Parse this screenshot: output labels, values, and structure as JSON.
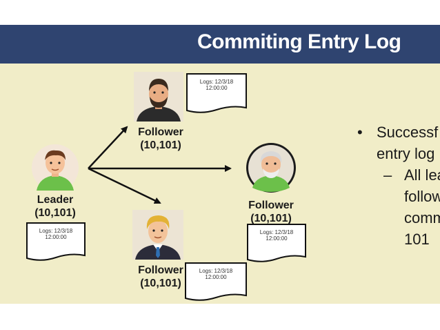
{
  "slide": {
    "title": "Commiting Entry Log"
  },
  "nodes": {
    "leader": {
      "role": "Leader",
      "value": "(10,101)",
      "log": "Logs: 12/3/18 12:00:00"
    },
    "follower_top": {
      "role": "Follower",
      "value": "(10,101)",
      "log": "Logs: 12/3/18 12:00:00"
    },
    "follower_right": {
      "role": "Follower",
      "value": "(10,101)",
      "log": "Logs: 12/3/18 12:00:00"
    },
    "follower_bottom": {
      "role": "Follower",
      "value": "(10,101)",
      "log": "Logs: 12/3/18 12:00:00"
    }
  },
  "bullets": {
    "level1_marker": "•",
    "level1_line1": "Successf",
    "level1_line2": "entry log",
    "level2_marker": "–",
    "level2_line1": "All lea",
    "level2_line2": "follow",
    "level2_line3": "comm",
    "level2_line4": "101"
  }
}
